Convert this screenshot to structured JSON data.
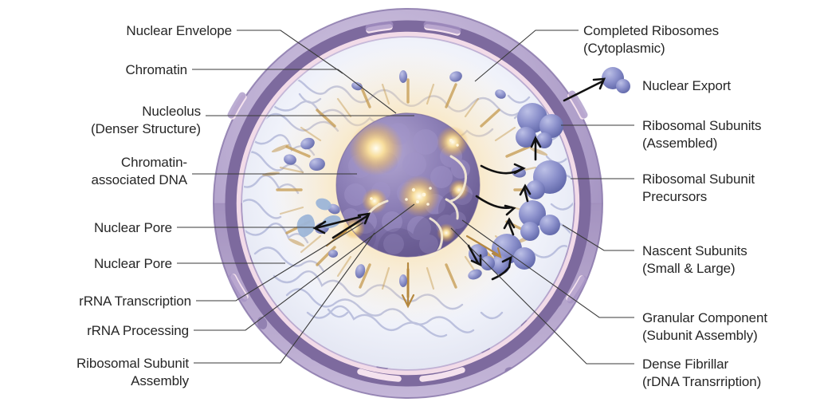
{
  "figure": {
    "subject": "Cell nucleus with nucleolus and ribosome biogenesis",
    "text_color": "#262626"
  },
  "palette": {
    "envelope_outer": "#ab9cc4",
    "envelope_outer_dark": "#8b79ab",
    "envelope_band": "#7d6a9e",
    "envelope_highlight": "#f2dbe8",
    "nucleoplasm": "#f4f6fc",
    "chromatin": "#b9bedd",
    "nucleolus": "#8b7eb5",
    "nucleolus_dark": "#6d5f96",
    "glow_gold": "#f6c76a",
    "glow_core": "#fff6df",
    "ribosome": "#8e93cc",
    "ribosome_dark": "#6b71b0",
    "arrow_black": "#111111",
    "arrow_gold": "#b5883f"
  },
  "labels_left": [
    {
      "id": "nuclear-envelope",
      "line1": "Nuclear Envelope",
      "line2": ""
    },
    {
      "id": "chromatin",
      "line1": "Chromatin",
      "line2": ""
    },
    {
      "id": "nucleolus",
      "line1": "Nucleolus",
      "line2": "(Denser Structure)"
    },
    {
      "id": "chromatin-dna",
      "line1": "Chromatin-",
      "line2": "associated DNA"
    },
    {
      "id": "nuclear-pore-1",
      "line1": "Nuclear Pore",
      "line2": ""
    },
    {
      "id": "nuclear-pore-2",
      "line1": "Nuclear Pore",
      "line2": ""
    },
    {
      "id": "rrna-transcription",
      "line1": "rRNA Transcription",
      "line2": ""
    },
    {
      "id": "rrna-processing",
      "line1": "rRNA Processing",
      "line2": ""
    },
    {
      "id": "subunit-assembly",
      "line1": "Ribosomal Subunit",
      "line2": "Assembly"
    }
  ],
  "labels_right": [
    {
      "id": "completed-ribosomes",
      "line1": "Completed Ribosomes",
      "line2": "(Cytoplasmic)"
    },
    {
      "id": "nuclear-export",
      "line1": "Nuclear Export",
      "line2": ""
    },
    {
      "id": "ribosomal-subunits",
      "line1": "Ribosomal Subunits",
      "line2": "(Assembled)"
    },
    {
      "id": "subunit-precursors",
      "line1": "Ribosomal Subunit",
      "line2": "Precursors"
    },
    {
      "id": "nascent-subunits",
      "line1": "Nascent Subunits",
      "line2": "(Small & Large)"
    },
    {
      "id": "granular-component",
      "line1": "Granular Component",
      "line2": "(Subunit Assembly)"
    },
    {
      "id": "dense-fibrillar",
      "line1": "Dense Fibrillar",
      "line2": "(rDNA Transrription)"
    }
  ]
}
